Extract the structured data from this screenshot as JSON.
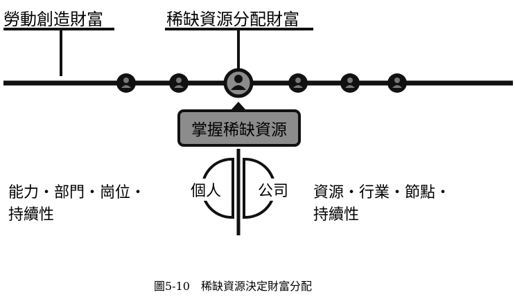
{
  "labels": {
    "labor": "勞動創造財富",
    "scarce": "稀缺資源分配財富",
    "grasp": "掌握稀缺資源",
    "person": "個人",
    "company": "公司",
    "person_attrs_1": "能力・部門・崗位・",
    "person_attrs_2": "持續性",
    "company_attrs_1": "資源・行業・節點・",
    "company_attrs_2": "持續性"
  },
  "caption": "圖5-10　稀缺資源決定財富分配",
  "icons": [
    "person-icon"
  ],
  "colors": {
    "line": "#111111",
    "highlight": "#8c8c8c"
  }
}
